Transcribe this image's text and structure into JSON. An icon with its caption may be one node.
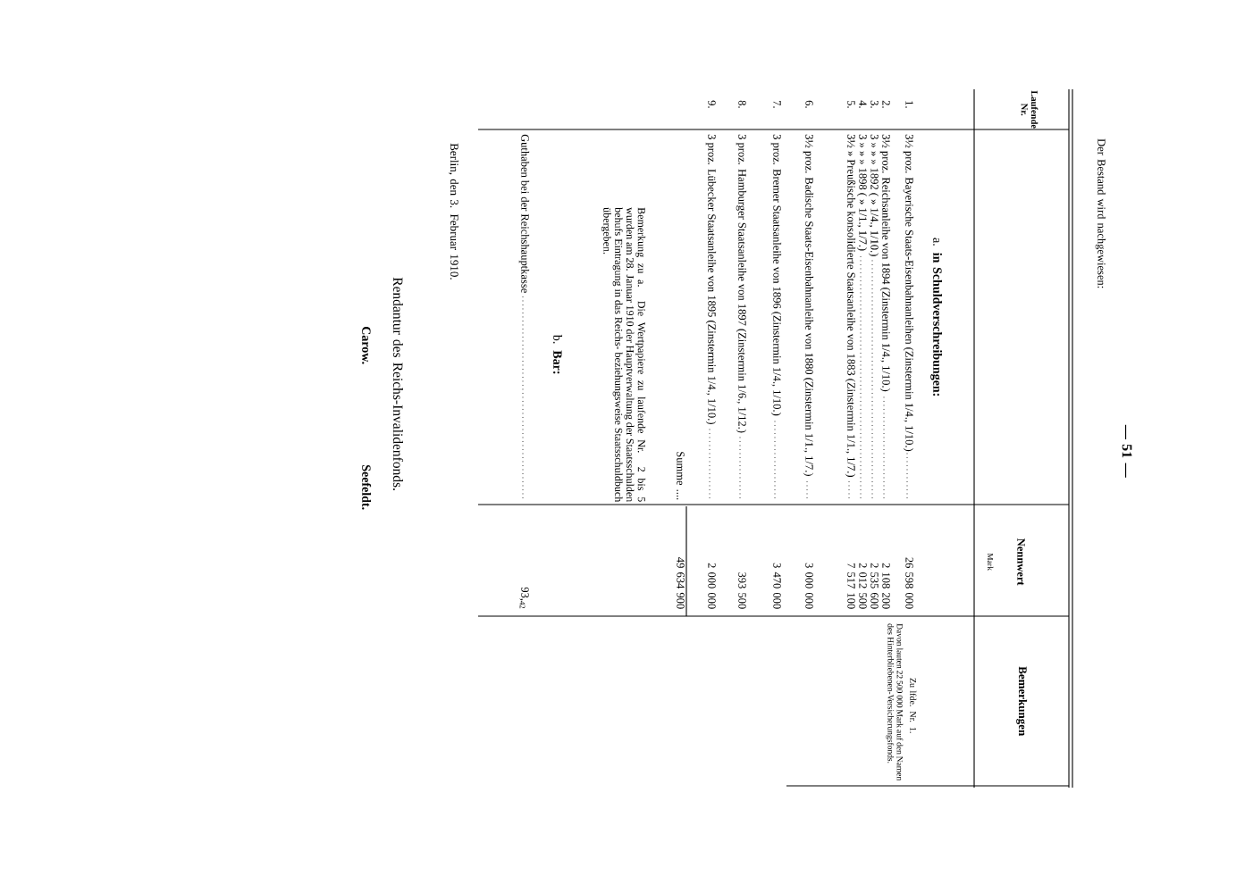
{
  "diagram": {
    "labels": [
      "— 51 —",
      "Der Bestand wird nachgewiesen:",
      "Laufende Nr.",
      "Nennwert",
      "Mark",
      "Bemerkungen",
      "a. **in Schuldverschreibungen:**",
      "1.",
      "3½ proz. Bayerische Staats-Eisenbahnanleihen (Zinstermin 1/4., 1/10.)",
      "26 598 000",
      "Zu lfde. Nr. 1.",
      "Davon lauten 22 500 000 Mark auf den Namen des Hinterbliebenen-Versicherungsfonds.",
      "2.",
      "3½ proz. Reichsanleihe von 1894 (Zinstermin 1/4., 1/10.)",
      "2 108 200",
      "3.",
      "3 » » » 1892 ( » 1/4., 1/10.)",
      "2 535 600",
      "4.",
      "3 » » » 1898 ( » 1/1., 1/7.)",
      "2 012 500",
      "5.",
      "3½ » Preußische konsolidierte Staatsanleihe von 1883 (Zinstermin 1/1., 1/7.)",
      "7 517 100",
      "6.",
      "3½ proz. Badische Staats-Eisenbahnanleihe von 1880 (Zinstermin 1/1., 1/7.)",
      "3 000 000",
      "7.",
      "3 proz. Bremer Staatsanleihe von 1896 (Zinstermin 1/4., 1/10.)",
      "3 470 000",
      "8.",
      "3 proz. Hamburger Staatsanleihe von 1897 (Zinstermin 1/6., 1/12.)",
      "393 500",
      "9.",
      "3 proz. Lübecker Staatsanleihe von 1895 (Zinstermin 1/4., 1/10.)",
      "2 000 000",
      "Summe ....",
      "49 634 900",
      "Bemerkung zu a. Die Wertpapiere zu laufende Nr. 2 bis 5 wurden am 28. Januar 1910 der Hauptverwaltung der Staatsschulden behufs Eintragung in das Reichs- beziehungsweise Staatsschuldbuch übergeben.",
      "b. **Bar:**",
      "Guthaben bei der Reichshauptkasse",
      "93,$_{42}$",
      "Berlin, den 3. Februar 1910.",
      "Rendantur des Reichs-Invalidenfonds.",
      "Carow.",
      "Seefeldt."
    ]
  }
}
